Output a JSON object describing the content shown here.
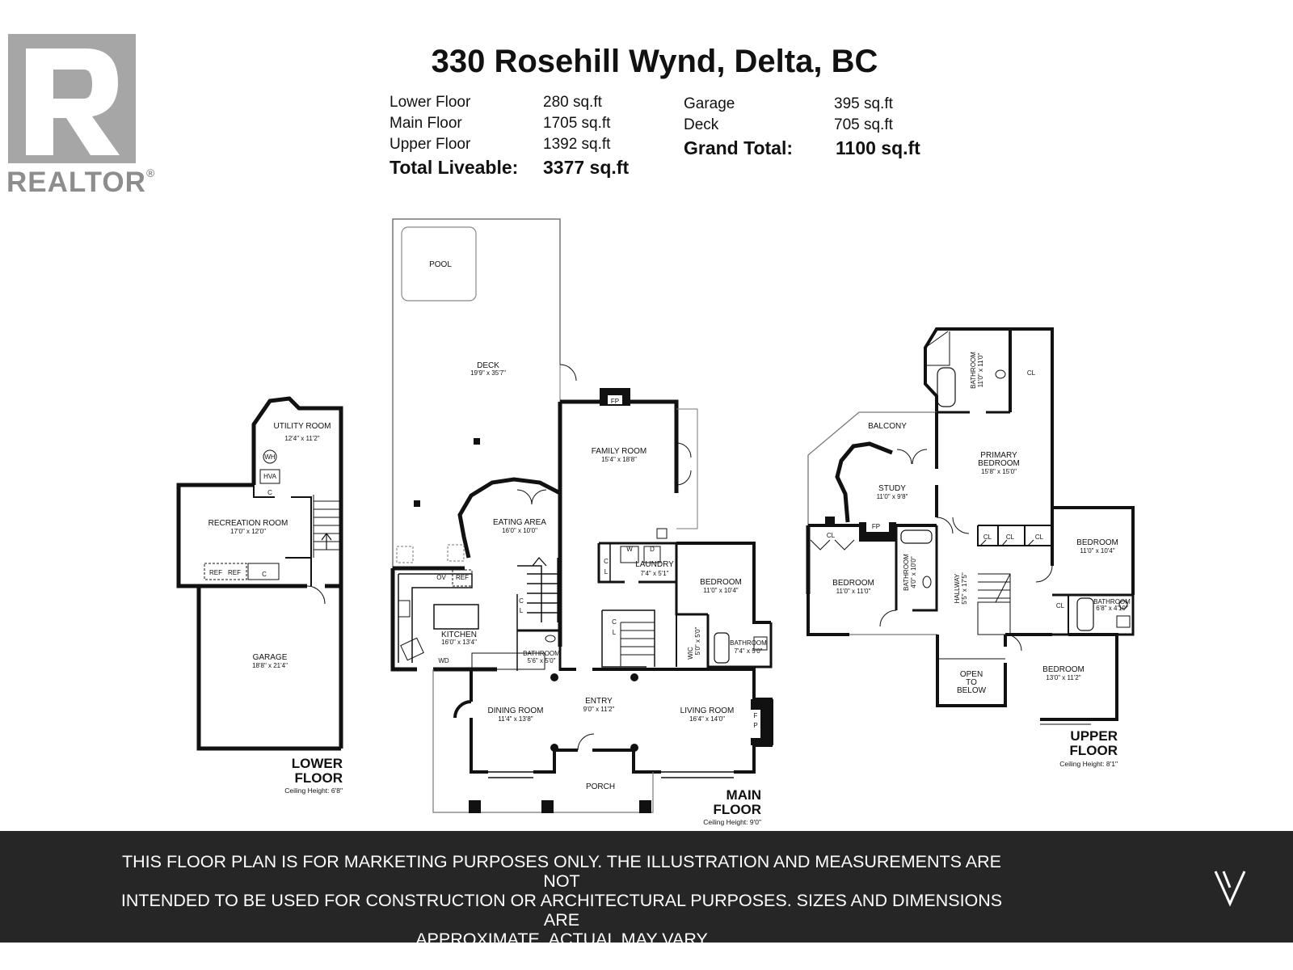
{
  "header": {
    "title": "330 Rosehill Wynd, Delta, BC",
    "logo_text": "REALTOR",
    "logo_reg": "®"
  },
  "areas": {
    "lower_floor": {
      "label": "Lower Floor",
      "value": "280 sq.ft"
    },
    "main_floor": {
      "label": "Main Floor",
      "value": "1705 sq.ft"
    },
    "upper_floor": {
      "label": "Upper Floor",
      "value": "1392 sq.ft"
    },
    "total_liveable": {
      "label": "Total Liveable:",
      "value": "3377 sq.ft"
    },
    "garage": {
      "label": "Garage",
      "value": "395  sq.ft"
    },
    "deck": {
      "label": "Deck",
      "value": "705 sq.ft"
    },
    "grand_total": {
      "label": "Grand Total:",
      "value": "1100 sq.ft"
    }
  },
  "lower_floor": {
    "title_1": "LOWER",
    "title_2": "FLOOR",
    "ceiling": "Ceiling Height: 6'8\"",
    "rooms": {
      "utility": {
        "name": "UTILITY ROOM",
        "dims": "12'4\" x 11'2\""
      },
      "recreation": {
        "name": "RECREATION ROOM",
        "dims": "17'0\" x 12'0\""
      },
      "garage": {
        "name": "GARAGE",
        "dims": "18'8\" x 21'4\""
      }
    },
    "fixtures": {
      "wh": "WH",
      "hva": "HVA",
      "c1": "C",
      "c2": "C",
      "ref": "REF",
      "ref2": "REF"
    }
  },
  "main_floor": {
    "title_1": "MAIN",
    "title_2": "FLOOR",
    "ceiling": "Ceiling Height: 9'0\"",
    "rooms": {
      "pool": {
        "name": "POOL"
      },
      "deck": {
        "name": "DECK",
        "dims": "19'9\" x 35'7\""
      },
      "family": {
        "name": "FAMILY ROOM",
        "dims": "15'4\" x 18'8\""
      },
      "eating": {
        "name": "EATING AREA",
        "dims": "16'0\" x 10'0\""
      },
      "kitchen": {
        "name": "KITCHEN",
        "dims": "16'0\" x 13'4\""
      },
      "bathroom_a": {
        "name": "BATHROOM",
        "dims": "5'6\" x 5'0\""
      },
      "laundry": {
        "name": "LAUNDRY",
        "dims": "7'4\" x 5'1\""
      },
      "bedroom": {
        "name": "BEDROOM",
        "dims": "11'0\" x 10'4\""
      },
      "bathroom_b": {
        "name": "BATHROOM",
        "dims": "7'4\" x 5'0\""
      },
      "wic": {
        "name": "WIC",
        "dims": "5'0\" x 5'0\""
      },
      "entry": {
        "name": "ENTRY",
        "dims": "9'0\" x 11'2\""
      },
      "dining": {
        "name": "DINING ROOM",
        "dims": "11'4\" x 13'8\""
      },
      "living": {
        "name": "LIVING ROOM",
        "dims": "16'4\" x 14'0\""
      },
      "porch": {
        "name": "PORCH"
      }
    },
    "fixtures": {
      "fp": "FP",
      "fp_v1": "F",
      "fp_v2": "P",
      "ov": "OV",
      "ref": "REF",
      "wd": "WD",
      "w": "W",
      "d": "D",
      "c": "C",
      "l": "L"
    }
  },
  "upper_floor": {
    "title_1": "UPPER",
    "title_2": "FLOOR",
    "ceiling": "Ceiling Height: 8'1\"",
    "rooms": {
      "bathroom_top": {
        "name": "BATHROOM",
        "dims": "11'0\" x 11'0\""
      },
      "balcony": {
        "name": "BALCONY"
      },
      "primary_1": {
        "name": "PRIMARY"
      },
      "primary_2": {
        "name": "BEDROOM",
        "dims": "15'8\" x 15'0\""
      },
      "study": {
        "name": "STUDY",
        "dims": "11'0\" x 9'8\""
      },
      "bedroom_left": {
        "name": "BEDROOM",
        "dims": "11'0\" x 11'0\""
      },
      "bathroom_mid": {
        "name": "BATHROOM",
        "dims": "4'0\" x 10'0\""
      },
      "hallway": {
        "name": "HALLWAY",
        "dims": "5'5\" x 17'5\""
      },
      "bedroom_right": {
        "name": "BEDROOM",
        "dims": "11'0\" x 10'4\""
      },
      "bathroom_right": {
        "name": "BATHROOM",
        "dims": "6'8\" x 4'10\""
      },
      "bedroom_bottom": {
        "name": "BEDROOM",
        "dims": "13'0\" x 11'2\""
      },
      "open_1": {
        "name": "OPEN"
      },
      "open_2": {
        "name": "TO"
      },
      "open_3": {
        "name": "BELOW"
      }
    },
    "fixtures": {
      "cl": "CL",
      "fp": "FP"
    }
  },
  "footer": {
    "line1": "THIS FLOOR PLAN IS FOR MARKETING PURPOSES ONLY. THE ILLUSTRATION AND MEASUREMENTS ARE NOT",
    "line2": "INTENDED TO BE USED FOR CONSTRUCTION OR ARCHITECTURAL PURPOSES. SIZES AND DIMENSIONS ARE",
    "line3": "APPROXIMATE. ACTUAL MAY VARY"
  }
}
